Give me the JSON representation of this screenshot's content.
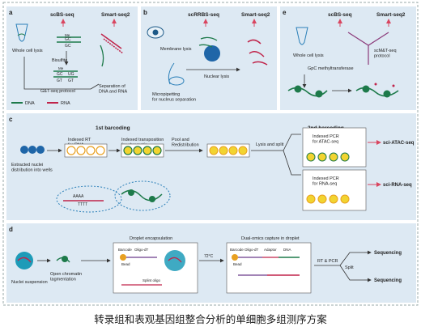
{
  "panels": {
    "a": {
      "letter": "a",
      "scbs": "scBS-seq",
      "smart": "Smart-seq2",
      "whole_cell_lysis": "Whole cell lysis",
      "bisulfite": "Bisulfite",
      "me1": "Me",
      "me2": "Me",
      "gc1": "GC",
      "gc2": "GC",
      "gc3": "GC",
      "ug": "UG",
      "gt": "GT",
      "gt2": "GT",
      "protocol": "G&T-seq protocol",
      "separation": "Separation of\nDNA and RNA",
      "legend_dna": "DNA",
      "legend_rna": "RNA"
    },
    "b": {
      "letter": "b",
      "scrrbs": "scRRBS-seq",
      "smart": "Smart-seq2",
      "membrane_lysis": "Membrane lysis",
      "nuclear_lysis": "Nuclear lysis",
      "micropipetting": "Micropipetting\nfor nucleus separation"
    },
    "c_top": {
      "letter": "e",
      "scbs": "scBS-seq",
      "smart": "Smart-seq2",
      "whole_cell_lysis": "Whole cell lysis",
      "scmat": "scM&T-seq\nprotocol",
      "gpc": "GpC methyltransferase"
    },
    "c": {
      "letter": "c",
      "first_barcoding": "1st barcoding",
      "second_barcoding": "2nd barcoding",
      "extracted": "Extracted nuclei\ndistribution into wells",
      "indexed_rt": "Indexed RT\nfor RNA",
      "indexed_transposition": "Indexed transposition\nfor chromatin",
      "pool": "Pool and\nRedistribution",
      "lysis": "Lysis and split",
      "pcr_atac": "Indexed PCR\nfor ATAC-seq",
      "pcr_rna": "Indexed PCR\nfor RNA-seq",
      "out_atac": "sci-ATAC-seq",
      "out_rna": "sci-RNA-seq",
      "aaaa": "AAAA",
      "tttt": "TTTT"
    },
    "d": {
      "letter": "d",
      "nuclei": "Nuclei suspension",
      "open_chromatin": "Open chromatin\ntagmentation",
      "droplet_title": "Droplet encapsulation",
      "barcode1": "Barcode",
      "oligo1": "Oligo-dT",
      "bead1": "Bead",
      "splint": "Splint oligo",
      "temp": "72°C",
      "dual_title": "Dual-omics capture in droplet",
      "barcode2": "Barcode",
      "oligo2": "Oligo-dT",
      "adaptor": "Adaptor",
      "dna": "DNA",
      "bead2": "Bead",
      "rt_pcr": "RT & PCR",
      "split": "Split",
      "seq1": "Sequencing",
      "seq2": "Sequencing"
    }
  },
  "caption": "转录组和表观基因组整合分析的单细胞多组测序方案",
  "colors": {
    "panel_bg": "#dde9f3",
    "dna": "#1d7a4a",
    "rna": "#c0244a",
    "arrow_red": "#d9455f",
    "yellow": "#f2d430"
  }
}
